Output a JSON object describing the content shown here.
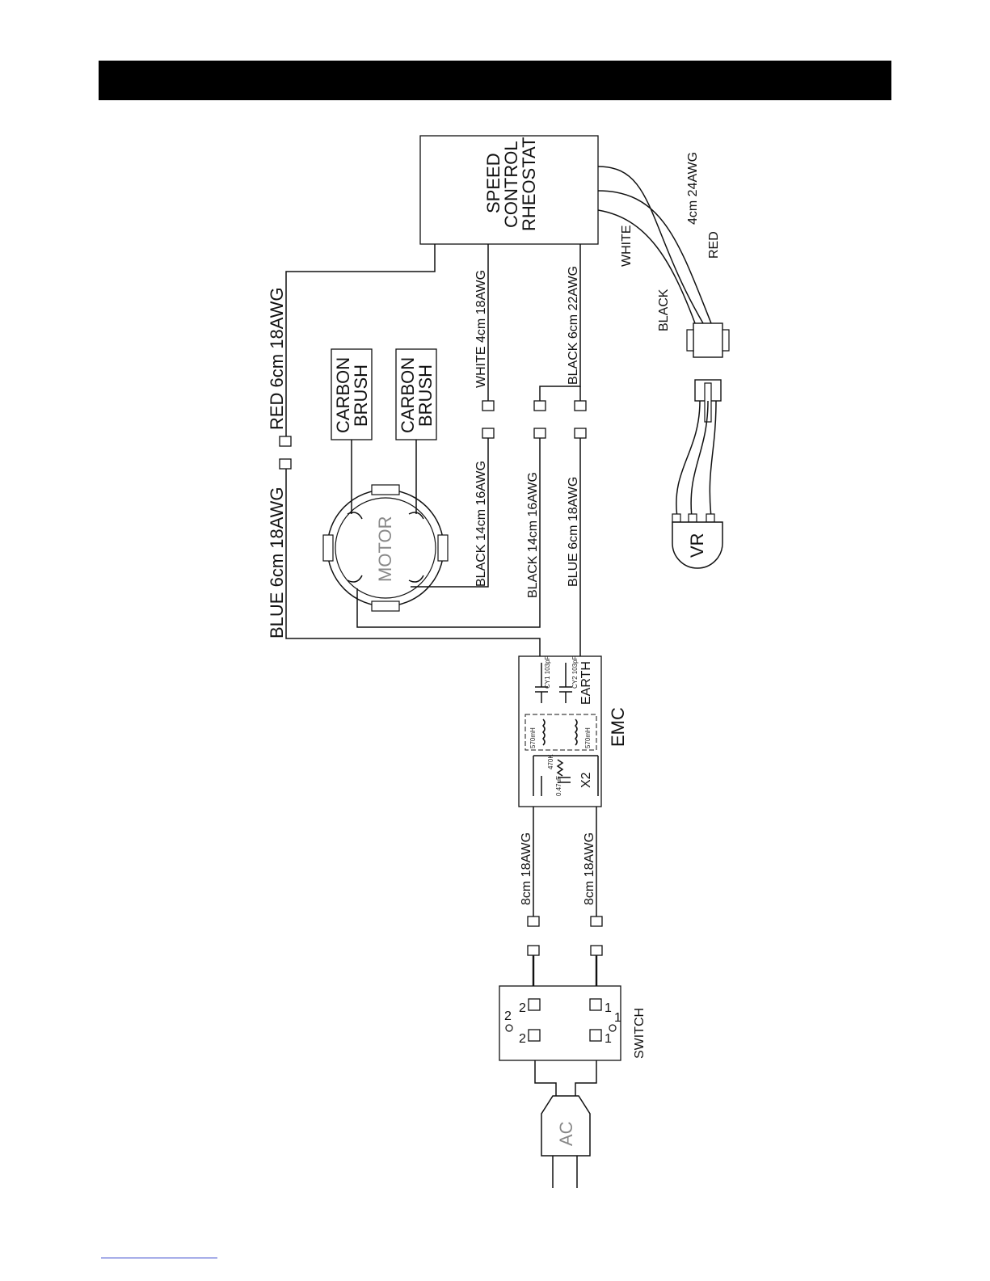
{
  "colors": {
    "header": "#000000",
    "ink": "#111111",
    "grey_text": "#888888",
    "link": "#3344cc"
  },
  "components": {
    "rheostat": [
      "SPEED",
      "CONTROL",
      "RHEOSTAT"
    ],
    "carbon_brush_1": [
      "CARBON",
      "BRUSH"
    ],
    "carbon_brush_2": [
      "CARBON",
      "BRUSH"
    ],
    "motor": "MOTOR",
    "emc": "EMC",
    "switch": "SWITCH",
    "ac": "AC",
    "vr": "VR"
  },
  "wires": {
    "red_top": "RED  6cm 18AWG",
    "blue_top": "BLUE  6cm 18AWG",
    "white_4cm": "WHITE  4cm 18AWG",
    "black_14_1": "BLACK  14cm 16AWG",
    "black_22": "BLACK  6cm 22AWG",
    "black_14_2": "BLACK  14cm 16AWG",
    "blue_emc": "BLUE  6cm 18AWG",
    "emc_out_1": "8cm 18AWG",
    "emc_out_2": "8cm 18AWG",
    "cable_24": "4cm 24AWG",
    "cable_white": "WHITE",
    "cable_red": "RED",
    "cable_black": "BLACK"
  },
  "emc_internal": {
    "cy1": "CY1 103pF",
    "cy2": "CY2 103pF",
    "earth": "EARTH",
    "ind_1": "570mH",
    "ind_2": "570mH",
    "resistor": "470K",
    "cap": "0.47uF",
    "x2": "X2"
  },
  "switch_terminals": {
    "t2a": "2",
    "t2b": "2",
    "t2c": "2",
    "t1a": "1",
    "t1b": "1",
    "t1c": "1"
  }
}
